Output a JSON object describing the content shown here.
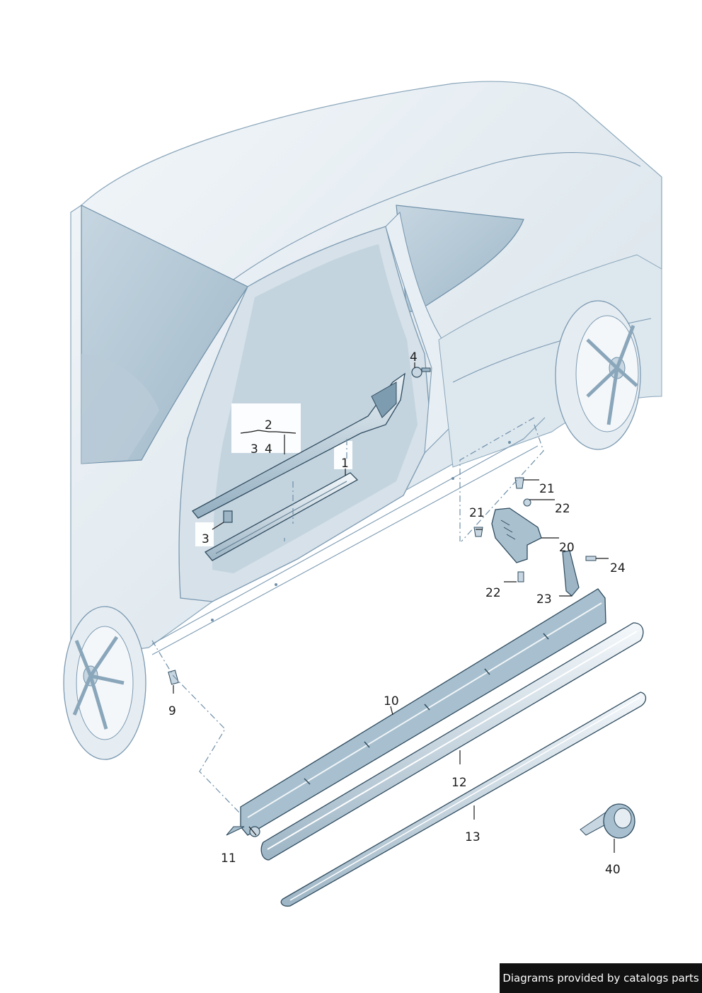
{
  "callouts": [
    {
      "id": "c1",
      "text": "1"
    },
    {
      "id": "c2",
      "text": "2"
    },
    {
      "id": "c3a",
      "text": "3"
    },
    {
      "id": "c4a",
      "text": "4"
    },
    {
      "id": "c3b",
      "text": "3"
    },
    {
      "id": "c4b",
      "text": "4"
    },
    {
      "id": "c9",
      "text": "9"
    },
    {
      "id": "c10",
      "text": "10"
    },
    {
      "id": "c11",
      "text": "11"
    },
    {
      "id": "c12",
      "text": "12"
    },
    {
      "id": "c13",
      "text": "13"
    },
    {
      "id": "c20",
      "text": "20"
    },
    {
      "id": "c21a",
      "text": "21"
    },
    {
      "id": "c21b",
      "text": "21"
    },
    {
      "id": "c22a",
      "text": "22"
    },
    {
      "id": "c22b",
      "text": "22"
    },
    {
      "id": "c23",
      "text": "23"
    },
    {
      "id": "c24",
      "text": "24"
    },
    {
      "id": "c40",
      "text": "40"
    }
  ],
  "footer": {
    "text": "Diagrams provided by catalogs parts"
  },
  "colors": {
    "body_fill": "#e3ebf1",
    "body_shade": "#c7d6e1",
    "glass": "#a9c0cf",
    "parts": "#7e9cb0",
    "footer_bg": "#111111"
  }
}
